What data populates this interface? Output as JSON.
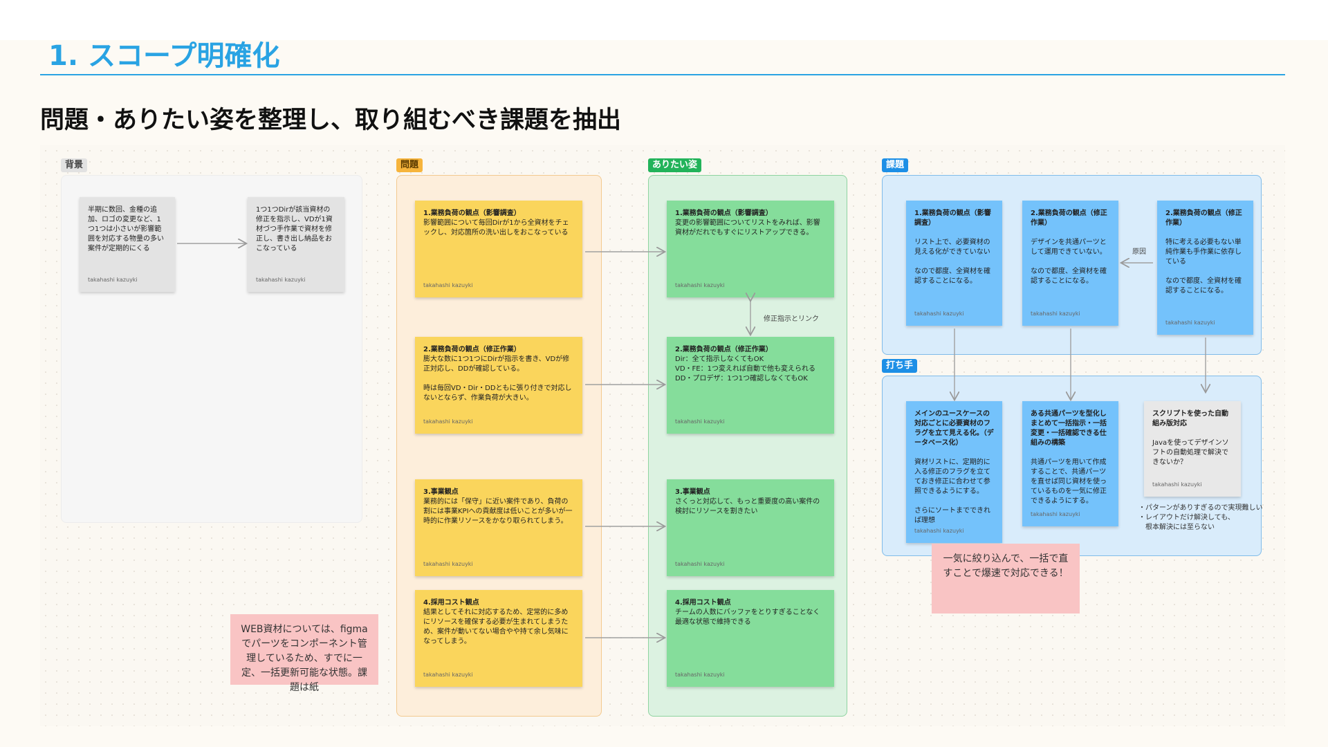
{
  "slide": {
    "title": "1. スコープ明確化",
    "subtitle": "問題・ありたい姿を整理し、取り組むべき課題を抽出"
  },
  "colors": {
    "accent": "#29a3e3",
    "problem": "#fad55c",
    "ideal": "#85dd9b",
    "issue": "#74c2fb",
    "note": "#f9c4c4"
  },
  "sections": {
    "background": "背景",
    "problem": "問題",
    "ideal": "ありたい姿",
    "issue": "課題",
    "action": "打ち手"
  },
  "author": "takahashi kazuyki",
  "background_notes": [
    {
      "text": "半期に数回、金種の追加、ロゴの変更など、1つ1つは小さいが影響範囲を対応する物量の多い案件が定期的にくる",
      "author": "takahashi kazuyki"
    },
    {
      "text": "1つ1つDirが該当資材の修正を指示し、VDが1資材づつ手作業で資材を修正し、書き出し納品をおこなっている",
      "author": "takahashi kazuyki"
    }
  ],
  "problem_notes": [
    {
      "title": "1.業務負荷の観点（影響調査）",
      "text": "影響範囲について毎回Dirが1から全資材をチェックし、対応箇所の洗い出しをおこなっている",
      "author": "takahashi kazuyki"
    },
    {
      "title": "2.業務負荷の観点（修正作業）",
      "text": "膨大な数に1つ1つにDirが指示を書き、VDが修正対応し、DDが確認している。\n\n時は毎回VD・Dir・DDともに張り付きで対応しないとならず、作業負荷が大きい。",
      "author": "takahashi kazuyki"
    },
    {
      "title": "3.事業観点",
      "text": "業務的には「保守」に近い案件であり、負荷の割には事業KPIへの貢献度は低いことが多いが一時的に作業リソースをかなり取られてしまう。",
      "author": "takahashi kazuyki"
    },
    {
      "title": "4.採用コスト観点",
      "text": "結果としてそれに対応するため、定常的に多めにリソースを確保する必要が生まれてしまうため、案件が動いてない場合やや持て余し気味になってしまう。",
      "author": "takahashi kazuyki"
    }
  ],
  "ideal_notes": [
    {
      "title": "1.業務負荷の観点（影響調査）",
      "text": "変更の影響範囲についてリストをみれば、影響資材がだれでもすぐにリストアップできる。",
      "author": "takahashi kazuyki"
    },
    {
      "title": "2.業務負荷の観点（修正作業）",
      "text": "Dir：全て指示しなくてもOK\nVD・FE：1つ変えれば自動で他も変えられる\nDD・プロデザ：1つ1つ確認しなくてもOK",
      "author": "takahashi kazuyki"
    },
    {
      "title": "3.事業観点",
      "text": "さくっと対応して、もっと重要度の高い案件の検討にリソースを割きたい",
      "author": "takahashi kazuyki"
    },
    {
      "title": "4.採用コスト観点",
      "text": "チームの人数にバッファをとりすぎることなく最適な状態で維持できる",
      "author": "takahashi kazuyki"
    }
  ],
  "link_label": "修正指示とリンク",
  "issue_notes": [
    {
      "title": "1.業務負荷の観点（影響調査）",
      "text": "リスト上で、必要資材の見える化ができていない\n\nなので都度、全資材を確認することになる。",
      "author": "takahashi kazuyki"
    },
    {
      "title": "2.業務負荷の観点（修正作業）",
      "text": "デザインを共通パーツとして運用できていない。\n\nなので都度、全資材を確認することになる。",
      "author": "takahashi kazuyki"
    },
    {
      "title": "2.業務負荷の観点（修正作業）",
      "text": "特に考える必要もない単純作業も手作業に依存している\n\nなので都度、全資材を確認することになる。",
      "author": "takahashi kazuyki"
    }
  ],
  "cause_label": "原因",
  "action_notes": [
    {
      "title": "メインのユースケースの対応ごとに必要資材のフラグを立て見える化。（データベース化）",
      "text": "資材リストに、定期的に入る修正のフラグを立てておき修正に合わせて参照できるようにする。\n\nさらにソートまでできれば理想",
      "author": "takahashi kazuyki"
    },
    {
      "title": "ある共通パーツを型化しまとめて一括指示・一括変更・一括確認できる仕組みの構築",
      "text": "共通パーツを用いて作成することで、共通パーツを直せば同じ資材を使っているものを一気に修正できるようにする。",
      "author": "takahashi kazuyki"
    },
    {
      "title": "スクリプトを使った自動組み版対応",
      "text": "Javaを使ってデザインソフトの自動処理で解決できないか？",
      "author": "takahashi kazuyki"
    }
  ],
  "script_bullets": "・パターンがありすぎるので実現難しい\n・レイアウトだけ解決しても、\n　根本解決には至らない",
  "figma_note": "WEB資材については、figmaでパーツをコンポーネント管理しているため、すでに一定、一括更新可能な状態。課題は紙",
  "focus_note": "一気に絞り込んで、一括で直すことで爆速で対応できる！"
}
